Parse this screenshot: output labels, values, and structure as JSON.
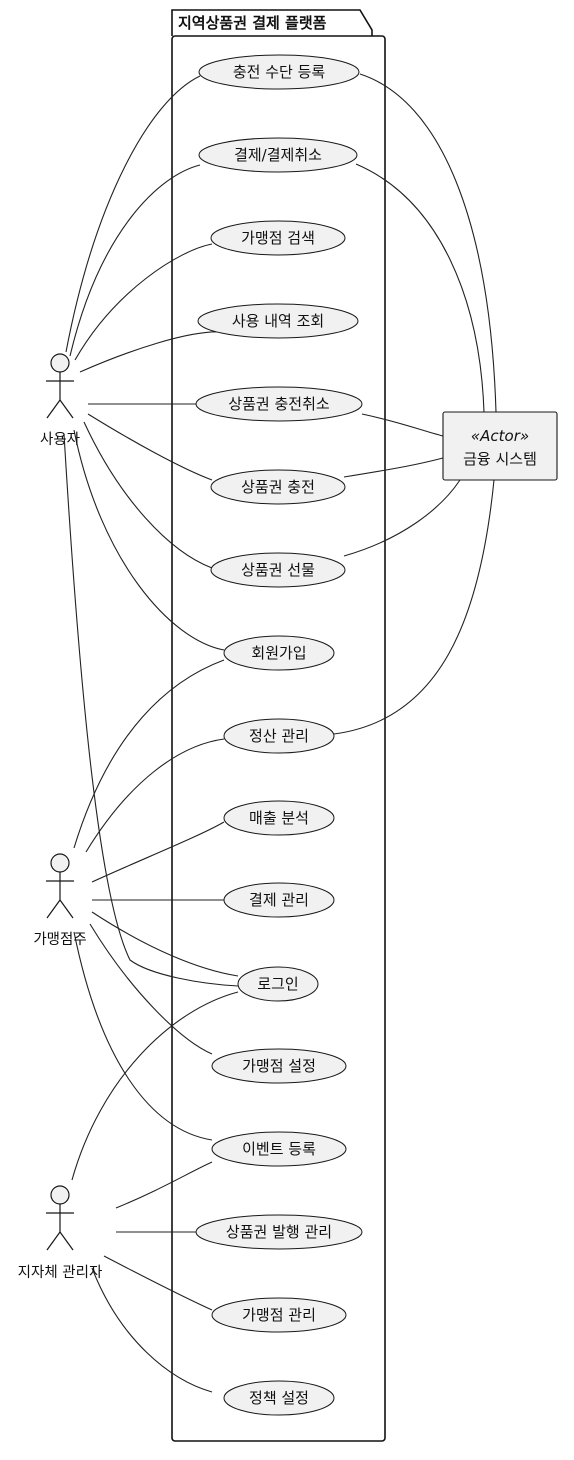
{
  "package": {
    "title": "지역상품권 결제 플랫폼"
  },
  "actors": {
    "user": {
      "label": "사용자"
    },
    "merchant": {
      "label": "가맹점주"
    },
    "admin": {
      "label": "지자체 관리자"
    },
    "finance": {
      "stereotype": "«Actor»",
      "label": "금융 시스템"
    }
  },
  "usecases": {
    "charge_register": "충전 수단 등록",
    "payment": "결제/결제취소",
    "store_search": "가맹점 검색",
    "history": "사용 내역 조회",
    "charge_cancel": "상품권 충전취소",
    "charge": "상품권 충전",
    "gift": "상품권 선물",
    "signup": "회원가입",
    "settlement": "정산 관리",
    "sales": "매출 분석",
    "pay_manage": "결제 관리",
    "login": "로그인",
    "store_setting": "가맹점 설정",
    "event": "이벤트 등록",
    "issue": "상품권 발행 관리",
    "store_manage": "가맹점 관리",
    "policy": "정책 설정"
  }
}
